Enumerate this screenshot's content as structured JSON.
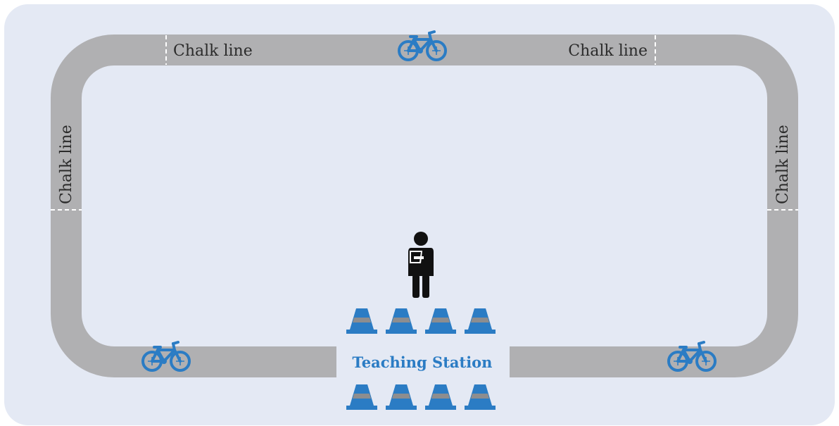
{
  "labels": {
    "chalk_top_left": "Chalk line",
    "chalk_top_right": "Chalk line",
    "chalk_left": "Chalk line",
    "chalk_right": "Chalk line",
    "teaching_station": "Teaching Station"
  },
  "colors": {
    "background": "#e4e9f4",
    "track": "#b0b0b2",
    "bike_blue": "#2b7cc4",
    "cone_blue": "#2b7cc4",
    "cone_stripe": "#8d8d8f",
    "person": "#111111",
    "station_text": "#2b7cc4",
    "dash": "#ffffff"
  },
  "icons": {
    "bikes": [
      "bicycle-icon",
      "bicycle-icon",
      "bicycle-icon"
    ],
    "person": "instructor-icon",
    "cones": "traffic-cone-icon"
  }
}
